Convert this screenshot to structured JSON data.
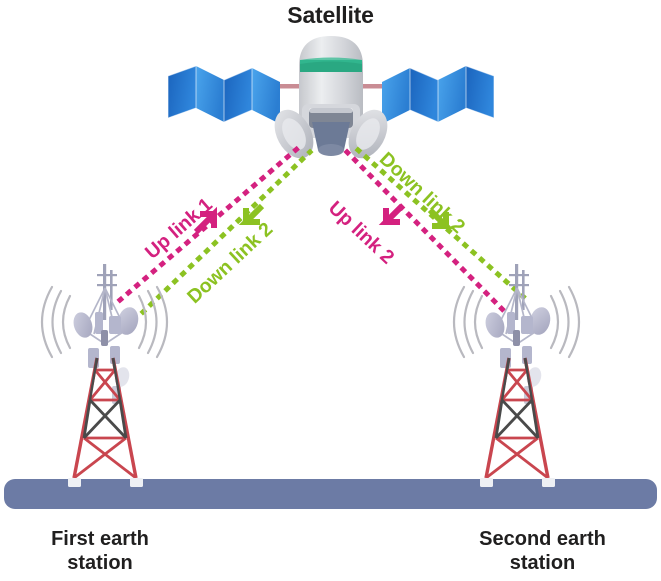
{
  "diagram": {
    "title": "Satellite",
    "type": "satellite-communication-link-diagram",
    "background_color": "#ffffff"
  },
  "satellite": {
    "label": "Satellite",
    "body_color": "#d9dade",
    "body_highlight": "#f2f2f4",
    "band_color": "#2aa882",
    "module_color": "#7f8694",
    "dish_color": "#cdd0d6",
    "dish_inner_color": "#6c7a96",
    "solar_panel_dark": "#1f6fd0",
    "solar_panel_light": "#3a9ae8",
    "boom_color": "#c98c94"
  },
  "links": [
    {
      "id": "up-link-1",
      "label": "Up link 1",
      "color": "#d4217f",
      "direction": "up",
      "side": "left",
      "from": "First earth station",
      "to": "Satellite",
      "style": "dotted",
      "arrow": "up-right"
    },
    {
      "id": "down-link-2-left",
      "label": "Down link 2",
      "color": "#8cc222",
      "direction": "down",
      "side": "left",
      "from": "Satellite",
      "to": "First earth station",
      "style": "dotted",
      "arrow": "down-left"
    },
    {
      "id": "down-link-2-right",
      "label": "Down link 2",
      "color": "#8cc222",
      "direction": "down",
      "side": "right",
      "from": "Satellite",
      "to": "Second earth station",
      "style": "dotted",
      "arrow": "down-right"
    },
    {
      "id": "up-link-2-right",
      "label": "Up link 2",
      "color": "#d4217f",
      "direction": "up",
      "side": "right",
      "from": "Second earth station",
      "to": "Satellite",
      "style": "dotted",
      "arrow": "up-left"
    }
  ],
  "stations": [
    {
      "id": "first-earth-station",
      "label": "First earth\nstation",
      "side": "left",
      "tower_red": "#c9464f",
      "tower_dark": "#4a4a4a",
      "antenna_color": "#b7b8cf",
      "wave_color": "#b9b9bf"
    },
    {
      "id": "second-earth-station",
      "label": "Second earth\nstation",
      "side": "right",
      "tower_red": "#c9464f",
      "tower_dark": "#4a4a4a",
      "antenna_color": "#b7b8cf",
      "wave_color": "#b9b9bf"
    }
  ],
  "ground": {
    "color": "#6c7ba5",
    "label": "ground-bar"
  }
}
